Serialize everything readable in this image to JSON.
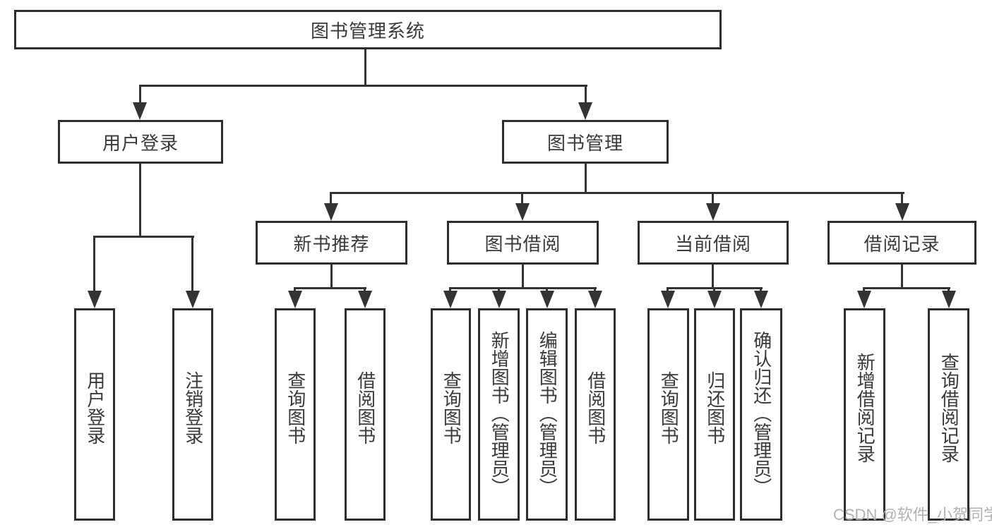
{
  "diagram": {
    "title_node": "图书管理系统",
    "level2": {
      "user_login": "用户登录",
      "book_management": "图书管理"
    },
    "level3": {
      "new_book_recommend": "新书推荐",
      "book_borrow": "图书借阅",
      "current_borrow": "当前借阅",
      "borrow_records": "借阅记录"
    },
    "leaves": {
      "user_login": "用户登录",
      "logout": "注销登录",
      "recommend_query_books": "查询图书",
      "recommend_borrow_books": "借阅图书",
      "borrow_query_books": "查询图书",
      "borrow_add_books": "新增图书（管理员）",
      "borrow_edit_books": "编辑图书（管理员）",
      "borrow_borrow_books": "借阅图书",
      "current_query_books": "查询图书",
      "current_return_books": "归还图书",
      "current_confirm_return": "确认归还（管理员）",
      "records_add_record": "新增借阅记录",
      "records_query_record": "查询借阅记录"
    },
    "watermark": "CSDN @软件_小贺同学",
    "colors": {
      "line": "#333333",
      "border": "#2e2e2e",
      "text": "#3a3a3a",
      "watermark": "#b3b3b3",
      "background": "#ffffff"
    }
  }
}
